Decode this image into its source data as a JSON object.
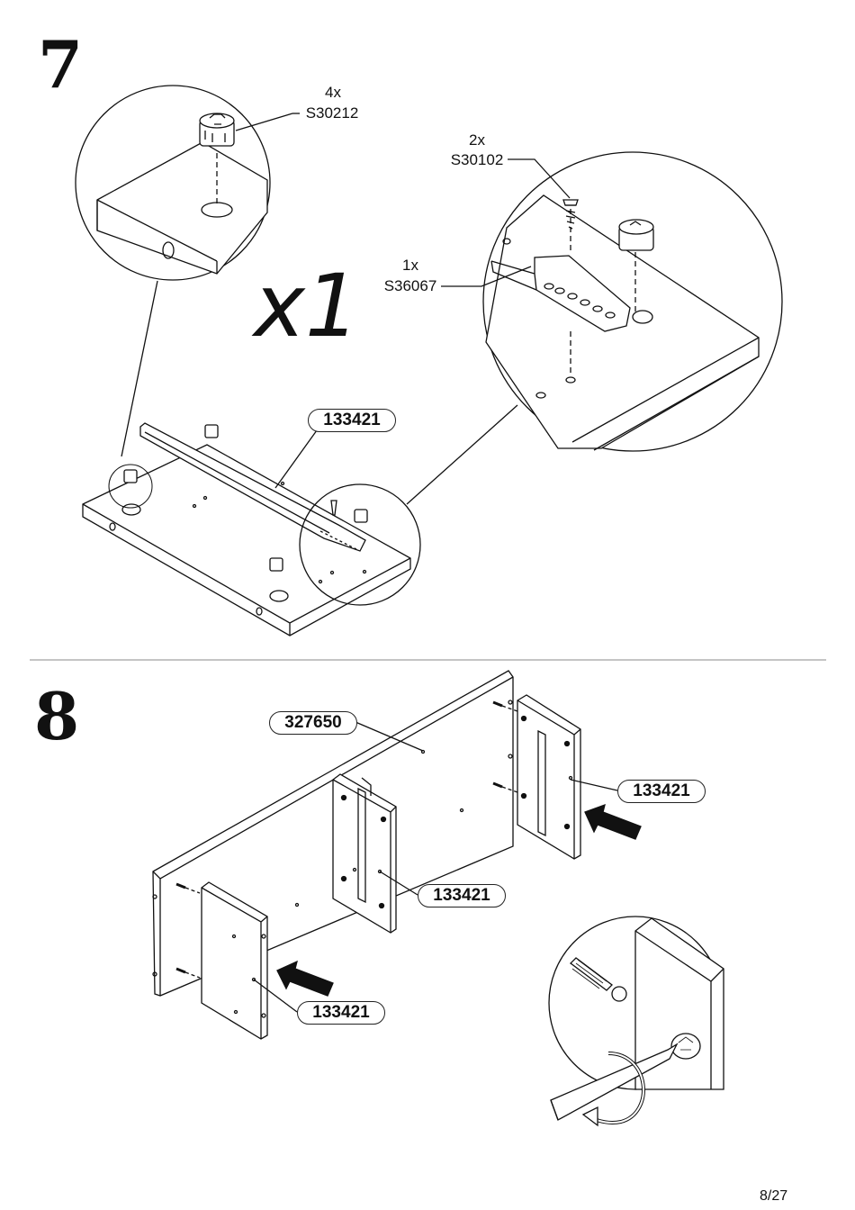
{
  "step7": {
    "number": "7",
    "multiplier": "x1",
    "fitting_a": {
      "qty": "4x",
      "code": "S30212"
    },
    "fitting_b": {
      "qty": "2x",
      "code": "S30102"
    },
    "fitting_c": {
      "qty": "1x",
      "code": "S36067"
    },
    "part_label": "133421"
  },
  "step8": {
    "number": "8",
    "back_panel_label": "327650",
    "side_right_label": "133421",
    "side_middle_label": "133421",
    "side_left_label": "133421"
  },
  "footer": {
    "page": "8/27"
  }
}
